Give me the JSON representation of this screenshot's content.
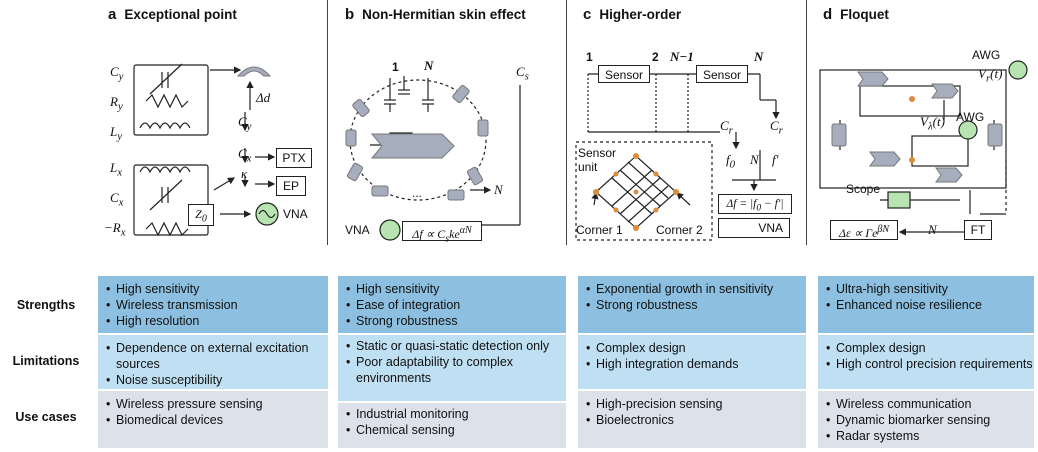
{
  "panels": [
    {
      "letter": "a",
      "title": "Exceptional point"
    },
    {
      "letter": "b",
      "title": "Non-Hermitian skin effect"
    },
    {
      "letter": "c",
      "title": "Higher-order"
    },
    {
      "letter": "d",
      "title": "Floquet"
    }
  ],
  "panel_a": {
    "cy": "C",
    "cy_sub": "y",
    "ry": "R",
    "ry_sub": "y",
    "ly": "L",
    "ly_sub": "y",
    "lx": "L",
    "lx_sub": "x",
    "cx": "C",
    "cx_sub": "x",
    "rx": "−R",
    "rx_sub": "x",
    "delta_d": "Δd",
    "cy2": "C",
    "cy2_sub": "y",
    "cx2": "C",
    "cx2_sub": "x",
    "kappa": "κ",
    "ptx": "PTX",
    "ep": "EP",
    "z0": "Z",
    "z0_sub": "0",
    "vna": "VNA"
  },
  "panel_b": {
    "n1": "1",
    "nN": "N",
    "cs": "C",
    "cs_sub": "s",
    "dots": "...",
    "n_arrow": "N",
    "vna": "VNA",
    "formula": "Δf ∝ C",
    "formula_sub": "s",
    "formula_tail": "ke",
    "formula_sup": "αN"
  },
  "panel_c": {
    "n1": "1",
    "n2": "2",
    "nN1": "N−1",
    "nN": "N",
    "sensor": "Sensor",
    "cr": "C",
    "cr_sub": "r",
    "f0": "f",
    "f0_sub": "0",
    "n_mid": "N",
    "fprime": "f′",
    "sensor_unit": "Sensor unit",
    "corner1": "Corner 1",
    "corner2": "Corner 2",
    "delta_formula": "Δf = |f",
    "delta_sub": "0",
    "delta_tail": " − f′|",
    "vna": "VNA"
  },
  "panel_d": {
    "awg1": "AWG",
    "vr": "V",
    "vr_sub": "r",
    "vr_tail": "(t)",
    "vl": "V",
    "vl_sub": "λ",
    "vl_tail": "(t)",
    "awg2": "AWG",
    "scope": "Scope",
    "ft": "FT",
    "formula": "Δε ∝ Γe",
    "formula_sup": "βN",
    "n_arrow": "N"
  },
  "table": {
    "rows": [
      "Strengths",
      "Limitations",
      "Use cases"
    ],
    "a": {
      "strengths": [
        "High sensitivity",
        "Wireless transmission",
        "High resolution"
      ],
      "limitations": [
        "Dependence on external excitation sources",
        "Noise susceptibility"
      ],
      "use_cases": [
        "Wireless pressure sensing",
        "Biomedical devices"
      ]
    },
    "b": {
      "strengths": [
        "High sensitivity",
        "Ease of integration",
        "Strong robustness"
      ],
      "limitations": [
        "Static or quasi-static detection only",
        "Poor adaptability to complex environments"
      ],
      "use_cases": [
        "Industrial monitoring",
        "Chemical sensing"
      ]
    },
    "c": {
      "strengths": [
        "Exponential growth in sensitivity",
        "Strong robustness"
      ],
      "limitations": [
        "Complex design",
        "High integration demands"
      ],
      "use_cases": [
        "High-precision sensing",
        "Bioelectronics"
      ]
    },
    "d": {
      "strengths": [
        "Ultra-high sensitivity",
        "Enhanced noise resilience"
      ],
      "limitations": [
        "Complex design",
        "High control precision requirements"
      ],
      "use_cases": [
        "Wireless communication",
        "Dynamic biomarker sensing",
        "Radar systems"
      ]
    }
  },
  "colors": {
    "strengths": "#8cbfe0",
    "limitations": "#bfe0f3",
    "use_cases": "#dde1ea",
    "source_green": "#b7e4b0",
    "component_gray": "#a6adbd",
    "node_orange": "#e08a3c"
  }
}
